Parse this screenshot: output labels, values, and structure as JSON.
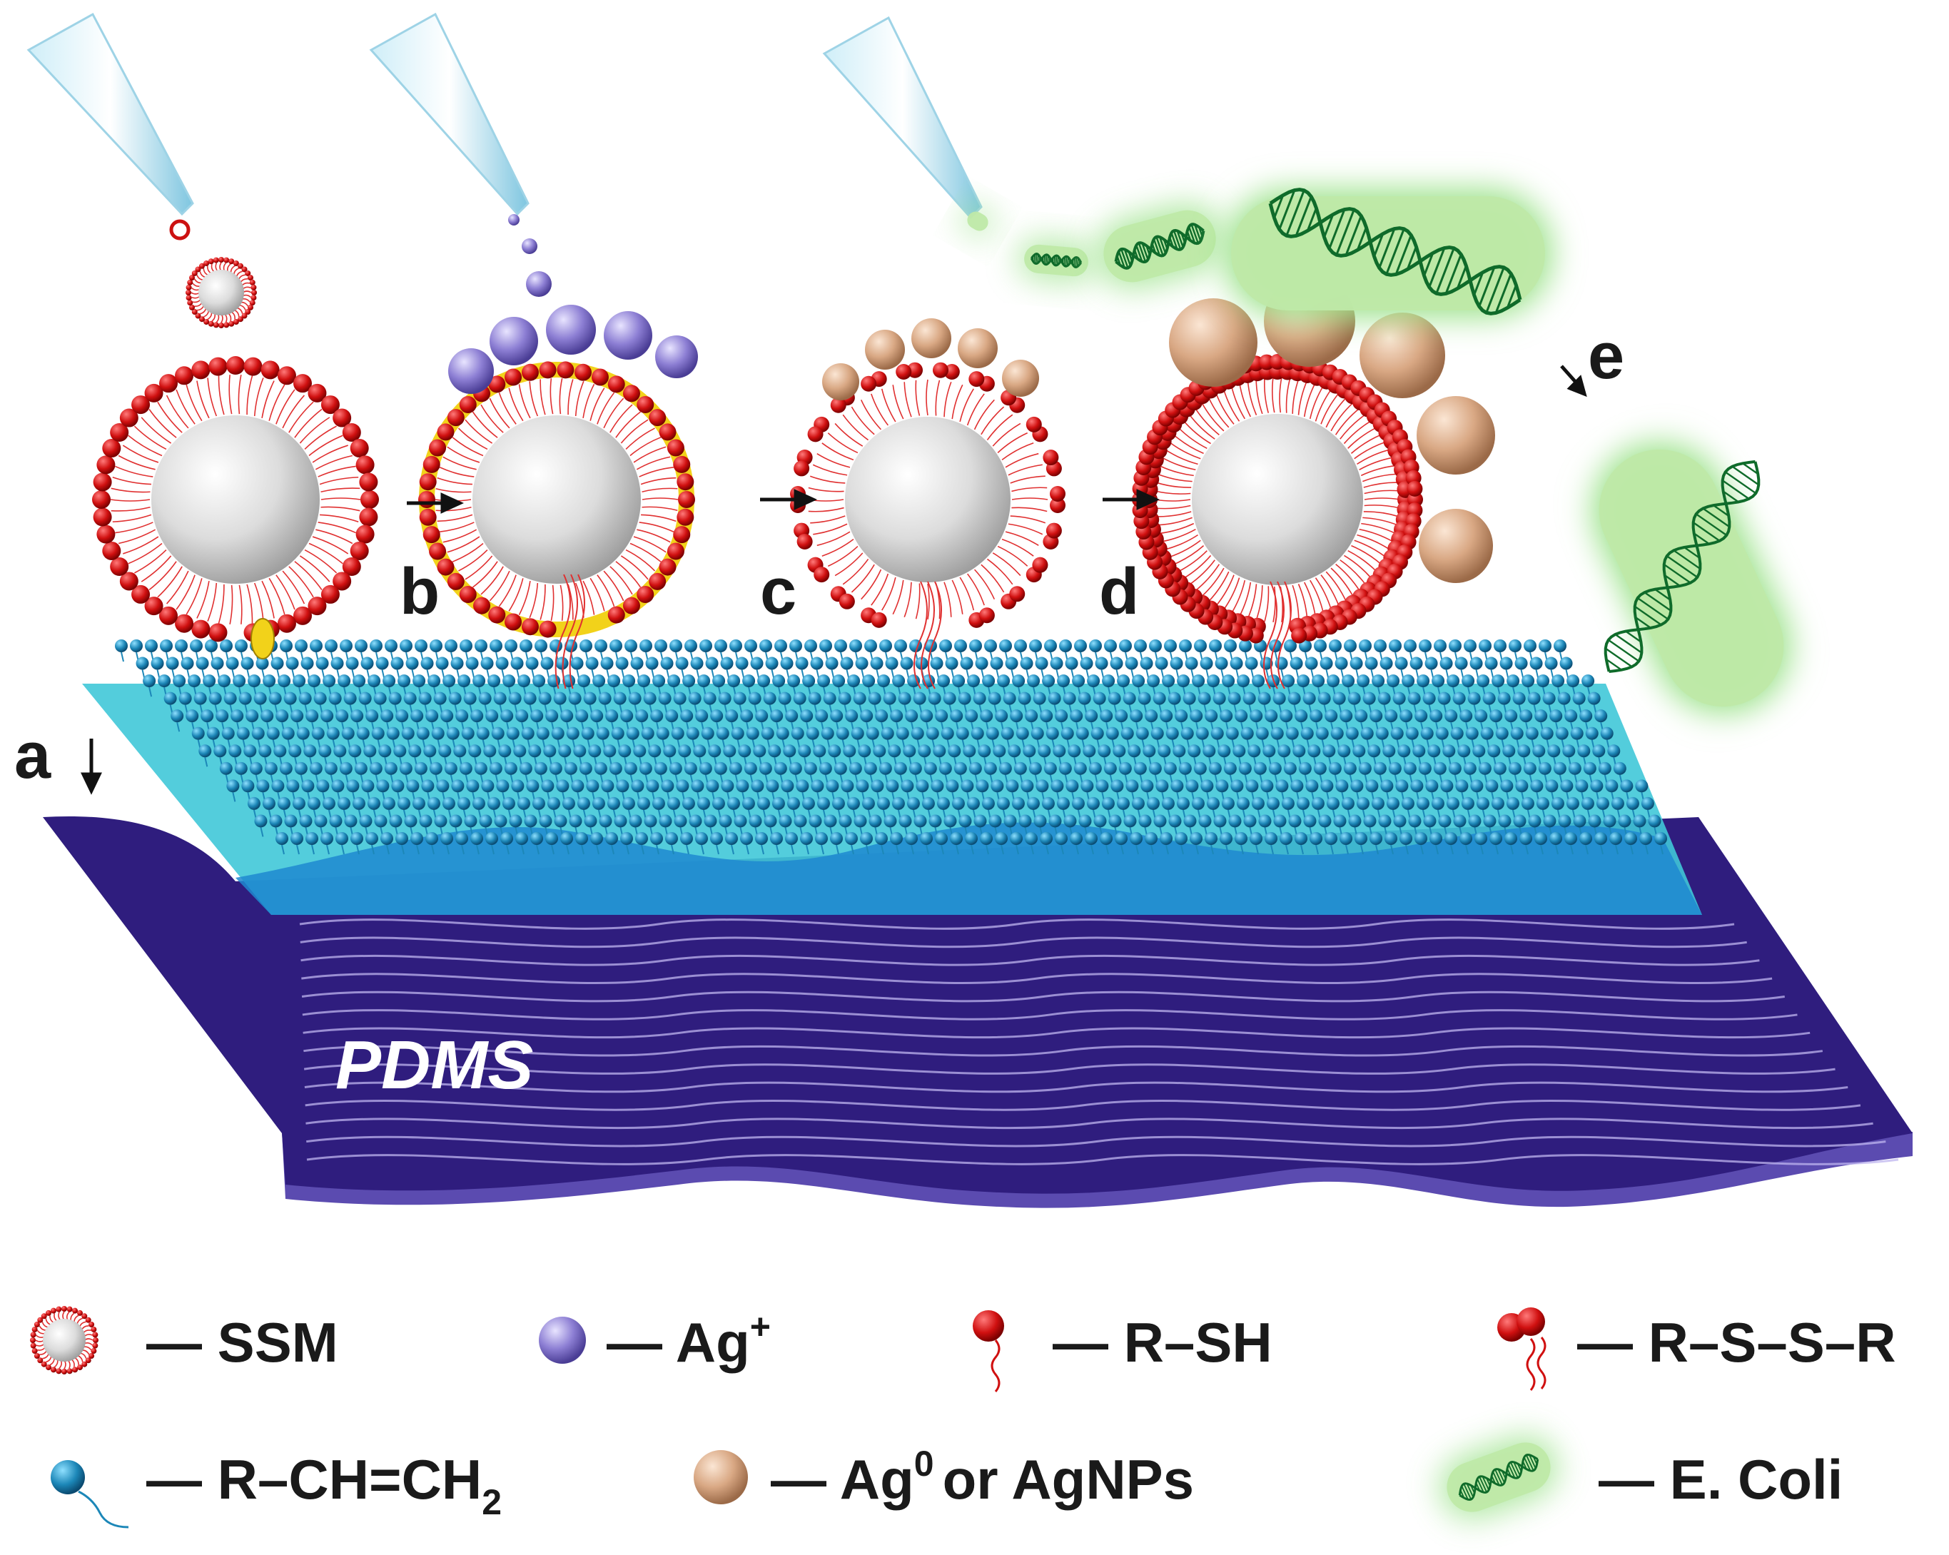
{
  "steps": {
    "a": "a",
    "b": "b",
    "c": "c",
    "d": "d",
    "e": "e"
  },
  "substrate_label": "PDMS",
  "legend": {
    "ssm": "— SSM",
    "ag_ion": "— Ag",
    "ag_ion_sup": "+",
    "rsh": "— R–SH",
    "rssr": "— R–S–S–R",
    "alkene_a": "— R–CH=CH",
    "alkene_sub": "2",
    "ag0_a": "— Ag",
    "ag0_sup": "0",
    "ag0_b": "or AgNPs",
    "ecoli": "— E. Coli"
  },
  "colors": {
    "pdms": "#2f1d7e",
    "pdms_edge": "#5b4bb0",
    "film": "#40c8d8",
    "film_dark": "#1e88d0",
    "lipid_head": "#1c87b8",
    "thiol_head": "#cc1111",
    "ag_ion": "#8d7fd4",
    "agnp": "#d9a884",
    "core": "#d8d8d8",
    "bacteria_glow": "#9be28a",
    "dna": "#0f6b2a"
  }
}
